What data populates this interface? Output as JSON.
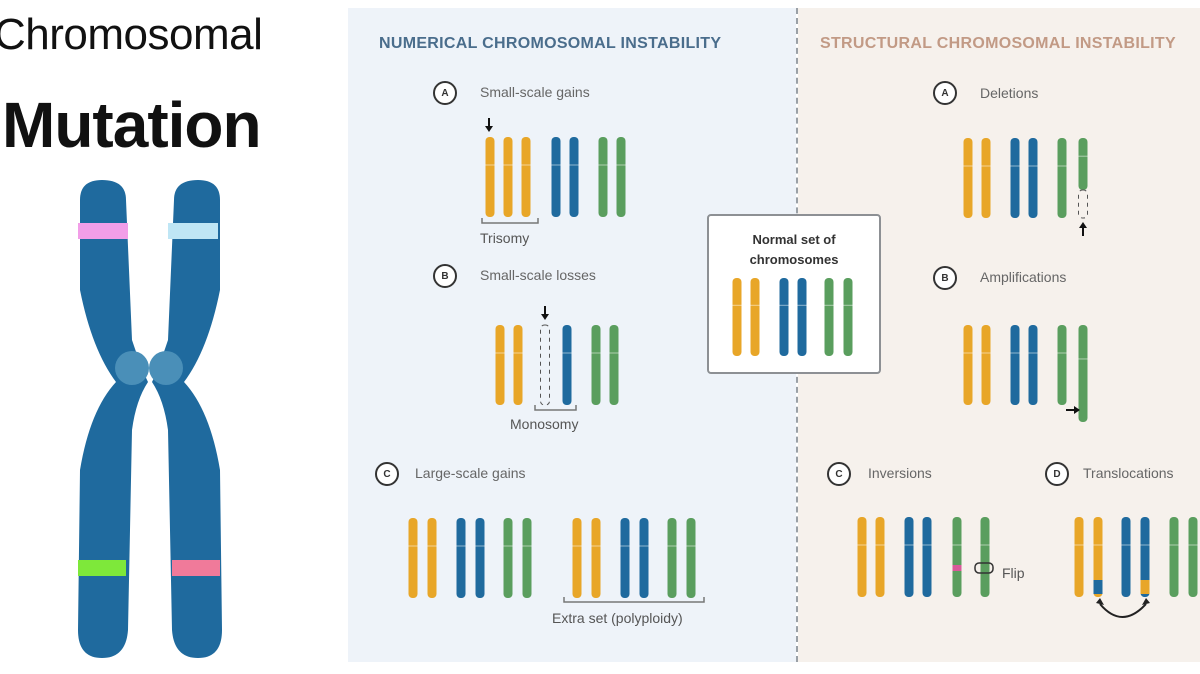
{
  "title": {
    "line1": "Chromosomal",
    "line2": "Mutation"
  },
  "big_chromosome": {
    "color": "#1f6a9e",
    "centromere_color": "#4a8fb8",
    "bands": [
      {
        "arm": "upper-left",
        "color": "#f29ee8"
      },
      {
        "arm": "upper-right",
        "color": "#bfe6f5"
      },
      {
        "arm": "lower-left",
        "color": "#7ee83a"
      },
      {
        "arm": "lower-right",
        "color": "#f07a9a"
      }
    ]
  },
  "colors": {
    "yellow": "#e8a628",
    "blue": "#1f6a9e",
    "green": "#5a9e5e",
    "pink": "#d85a9a"
  },
  "numerical": {
    "title": "NUMERICAL CHROMOSOMAL INSTABILITY",
    "sections": [
      {
        "badge": "A",
        "label": "Small-scale gains",
        "annotation": "Trisomy"
      },
      {
        "badge": "B",
        "label": "Small-scale losses",
        "annotation": "Monosomy"
      },
      {
        "badge": "C",
        "label": "Large-scale gains",
        "annotation": "Extra set (polyploidy)"
      }
    ]
  },
  "normal": {
    "label_line1": "Normal set of",
    "label_line2": "chromosomes"
  },
  "structural": {
    "title": "STRUCTURAL CHROMOSOMAL INSTABILITY",
    "sections": [
      {
        "badge": "A",
        "label": "Deletions"
      },
      {
        "badge": "B",
        "label": "Amplifications"
      },
      {
        "badge": "C",
        "label": "Inversions",
        "annotation": "Flip"
      },
      {
        "badge": "D",
        "label": "Translocations"
      }
    ]
  }
}
